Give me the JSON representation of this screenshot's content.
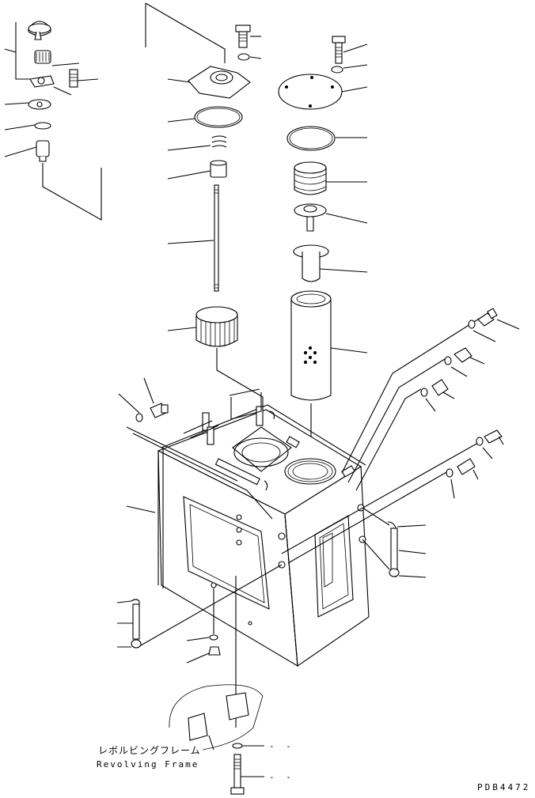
{
  "callouts": {
    "revolving_frame_jp": "レボルビングフレーム",
    "revolving_frame_en": "Revolving Frame",
    "lower_bolt_1": "- -",
    "lower_bolt_2": "- -"
  },
  "drawing_code": "PDB4472",
  "line_color": "#000000",
  "background": "#ffffff"
}
